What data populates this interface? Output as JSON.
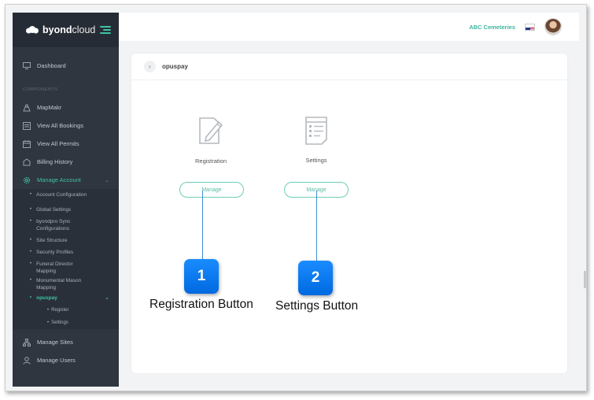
{
  "brand": {
    "name_bold": "byond",
    "name_light": "cloud"
  },
  "topbar": {
    "organization": "ABC Cemeteries"
  },
  "sidebar": {
    "dashboard": "Dashboard",
    "section_label": "COMPONENTS",
    "items": [
      {
        "label": "MapMakr",
        "icon": "map-icon"
      },
      {
        "label": "View All Bookings",
        "icon": "calendar-list-icon"
      },
      {
        "label": "View All Permits",
        "icon": "calendar-icon"
      },
      {
        "label": "Billing History",
        "icon": "billing-icon"
      },
      {
        "label": "Manage Account",
        "icon": "gear-icon"
      }
    ],
    "sub_items": [
      "Account Configuration",
      "Global Settings",
      "byondpro Sync Configurations",
      "Site Structure",
      "Security Profiles",
      "Funeral Director Mapping",
      "Monumental Mason Mapping",
      "opuspay"
    ],
    "subsub_items": [
      "Register",
      "Settings"
    ],
    "bottom_items": [
      {
        "label": "Manage Sites",
        "icon": "sitemap-icon"
      },
      {
        "label": "Manage Users",
        "icon": "user-icon"
      }
    ]
  },
  "card": {
    "title": "opuspay"
  },
  "tiles": [
    {
      "label": "Registration",
      "button": "Manage",
      "icon": "edit-document-icon"
    },
    {
      "label": "Settings",
      "button": "Manage",
      "icon": "settings-document-icon"
    }
  ],
  "callouts": [
    {
      "number": "1",
      "text": "Registration Button"
    },
    {
      "number": "2",
      "text": "Settings Button"
    }
  ],
  "colors": {
    "accent": "#3fc1a5",
    "sidebar": "#2f3640",
    "callout": "#0a7cf5"
  }
}
